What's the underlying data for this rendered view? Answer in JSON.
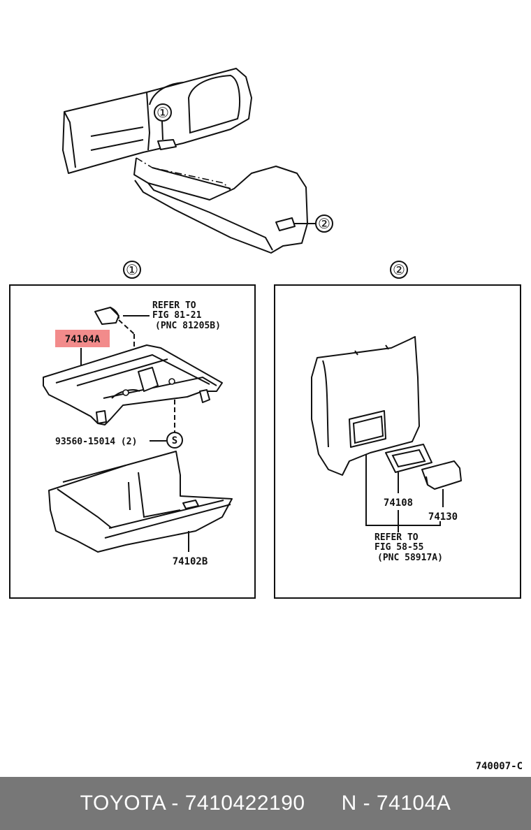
{
  "callouts": {
    "one": "①",
    "two": "②"
  },
  "panel_left": {
    "refer_lines": [
      "REFER TO",
      "FIG 81-21",
      "(PNC 81205B)"
    ],
    "highlight_part": "74104A",
    "bolt_label": "93560-15014 (2)",
    "bolt_symbol": "S",
    "box_part": "74102B"
  },
  "panel_right": {
    "part_a": "74108",
    "part_b": "74130",
    "refer_lines": [
      "REFER TO",
      "FIG 58-55",
      "(PNC 58917A)"
    ]
  },
  "figure_code": "740007-C",
  "footer": {
    "brand_part": "TOYOTA - 7410422190",
    "n_part": "N - 74104A"
  },
  "colors": {
    "highlight": "#f28b8b",
    "footer_bg": "#777777"
  }
}
